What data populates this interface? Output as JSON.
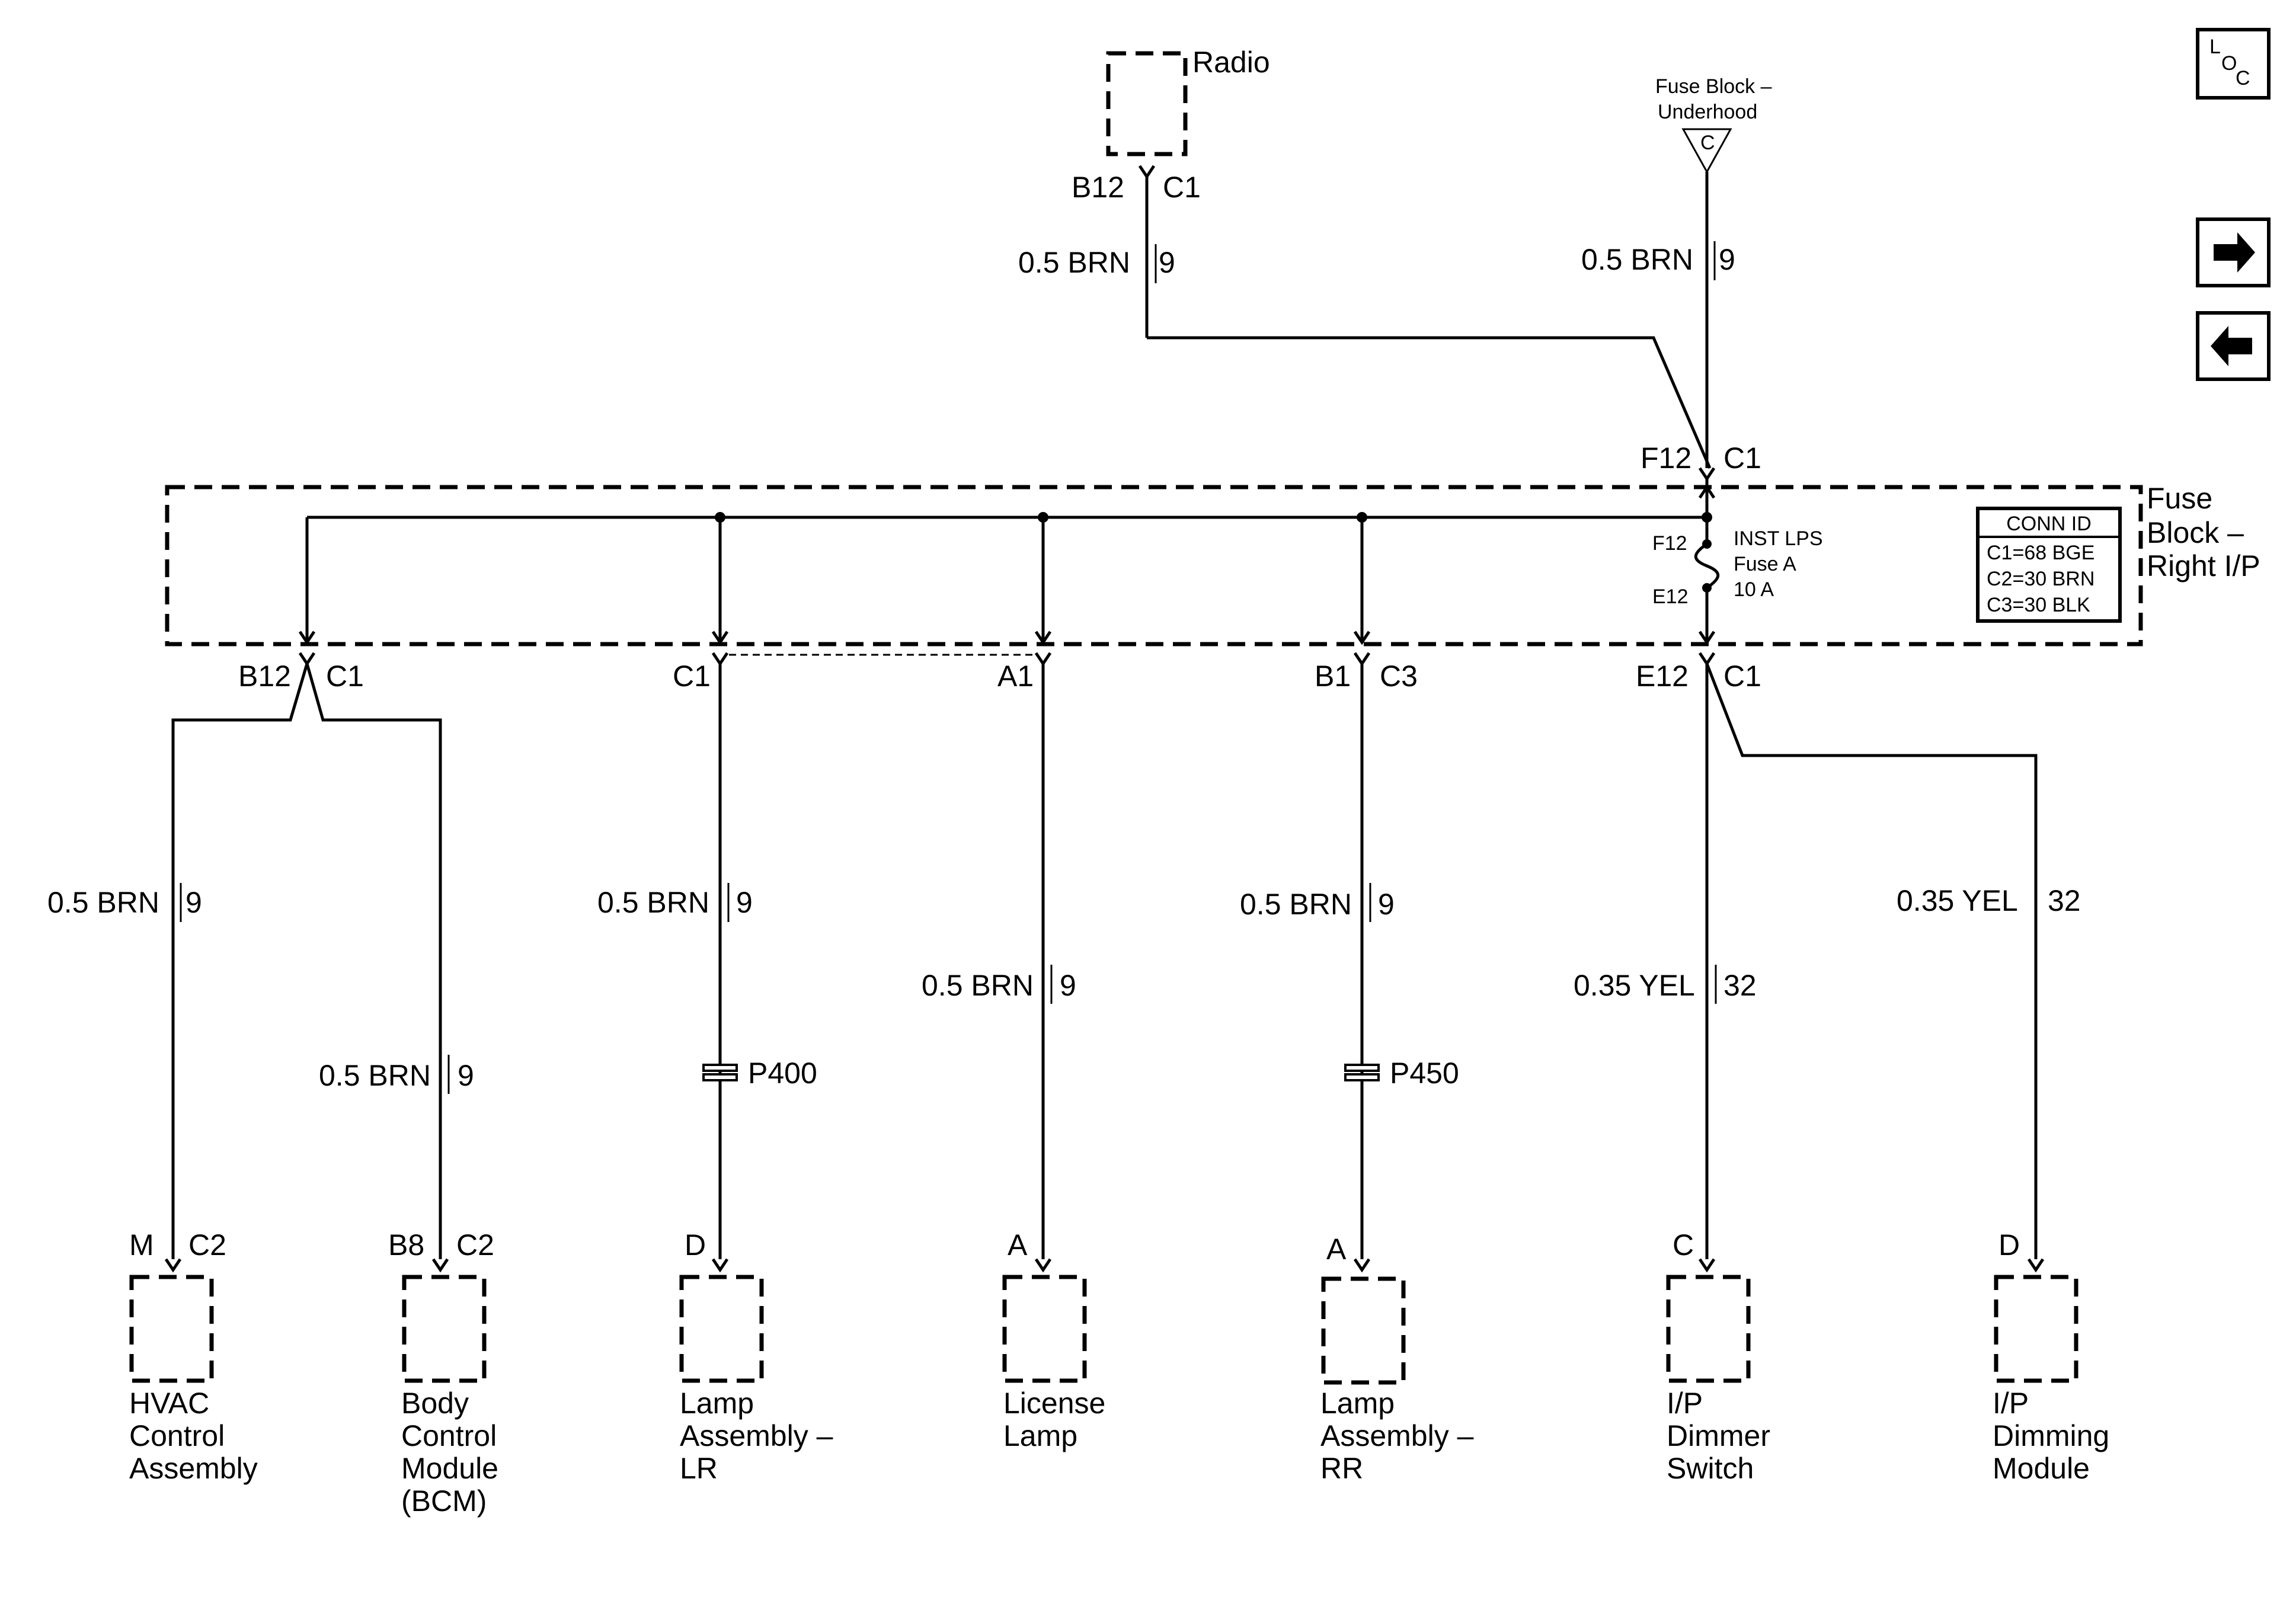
{
  "top_components": {
    "radio": {
      "name": "Radio",
      "pin": "B12",
      "conn": "C1",
      "wire_size_color": "0.5 BRN",
      "circuit": "9"
    },
    "fuse_block_underhood": {
      "line1": "Fuse Block –",
      "line2": "Underhood",
      "terminal": "C",
      "wire_size_color": "0.5 BRN",
      "circuit": "9"
    }
  },
  "fuse_block_ip": {
    "name_lines": [
      "Fuse",
      "Block –",
      "Right I/P"
    ],
    "input_pin": "F12",
    "input_conn": "C1",
    "fuse_top": "F12",
    "fuse_bottom": "E12",
    "fuse_name": [
      "INST LPS",
      "Fuse A",
      "10 A"
    ],
    "conn_id": {
      "header": "CONN ID",
      "rows": [
        "C1=68 BGE",
        "C2=30 BRN",
        "C3=30 BLK"
      ]
    }
  },
  "outputs": [
    {
      "pin": "B12",
      "conn": "C1"
    },
    {
      "pin": "C1",
      "conn": ""
    },
    {
      "pin": "A1",
      "conn": ""
    },
    {
      "pin": "B1",
      "conn": "C3"
    },
    {
      "pin": "E12",
      "conn": "C1"
    }
  ],
  "wires": [
    {
      "size_color": "0.5 BRN",
      "circuit": "9"
    },
    {
      "size_color": "0.5 BRN",
      "circuit": "9"
    },
    {
      "size_color": "0.5 BRN",
      "circuit": "9"
    },
    {
      "size_color": "0.5 BRN",
      "circuit": "9"
    },
    {
      "size_color": "0.5 BRN",
      "circuit": "9"
    },
    {
      "size_color": "0.35 YEL",
      "circuit": "32"
    },
    {
      "size_color": "0.35 YEL",
      "circuit": "32"
    }
  ],
  "splices": [
    "P400",
    "P450"
  ],
  "loads": [
    {
      "pin": "M",
      "conn": "C2",
      "name_lines": [
        "HVAC",
        "Control",
        "Assembly"
      ]
    },
    {
      "pin": "B8",
      "conn": "C2",
      "name_lines": [
        "Body",
        "Control",
        "Module",
        "(BCM)"
      ]
    },
    {
      "pin": "D",
      "conn": "",
      "name_lines": [
        "Lamp",
        "Assembly –",
        "LR"
      ]
    },
    {
      "pin": "A",
      "conn": "",
      "name_lines": [
        "License",
        "Lamp"
      ]
    },
    {
      "pin": "A",
      "conn": "",
      "name_lines": [
        "Lamp",
        "Assembly –",
        "RR"
      ]
    },
    {
      "pin": "C",
      "conn": "",
      "name_lines": [
        "I/P",
        "Dimmer",
        "Switch"
      ]
    },
    {
      "pin": "D",
      "conn": "",
      "name_lines": [
        "I/P",
        "Dimming",
        "Module"
      ]
    }
  ],
  "nav": {
    "loc_l": "L",
    "loc_o": "O",
    "loc_c": "C",
    "forward": "forward-arrow-icon",
    "back": "back-arrow-icon"
  }
}
